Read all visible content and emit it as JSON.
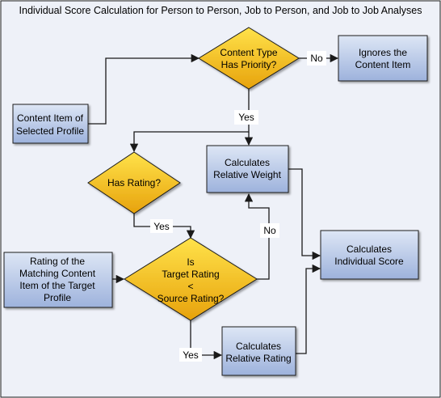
{
  "title": "Individual Score Calculation for Person to Person, Job to Person, and Job to Job Analyses",
  "nodes": {
    "content_item": {
      "lines": [
        "Content Item  of",
        "Selected Profile"
      ]
    },
    "content_type_priority": {
      "lines": [
        "Content Type",
        "Has Priority?"
      ]
    },
    "ignores_item": {
      "lines": [
        "Ignores the",
        "Content Item"
      ]
    },
    "has_rating": {
      "lines": [
        "Has Rating?"
      ]
    },
    "relative_weight": {
      "lines": [
        "Calculates",
        "Relative Weight"
      ]
    },
    "rating_matching": {
      "lines": [
        "Rating of the",
        "Matching Content",
        "Item of the Target",
        "Profile"
      ]
    },
    "target_vs_source": {
      "lines": [
        "Is",
        "Target Rating",
        "<",
        "Source Rating?"
      ]
    },
    "individual_score": {
      "lines": [
        "Calculates",
        "Individual Score"
      ]
    },
    "relative_rating": {
      "lines": [
        "Calculates",
        "Relative Rating"
      ]
    }
  },
  "edge_labels": {
    "no_ignore": "No",
    "yes_priority": "Yes",
    "yes_rating": "Yes",
    "no_target": "No",
    "yes_target": "Yes"
  },
  "colors": {
    "background": "#eef1f8",
    "box_fill_top": "#dde6f5",
    "box_fill_bottom": "#9db2dc",
    "diamond_top": "#ffe24a",
    "diamond_bottom": "#e7a20c",
    "line": "#1a1a1a"
  }
}
